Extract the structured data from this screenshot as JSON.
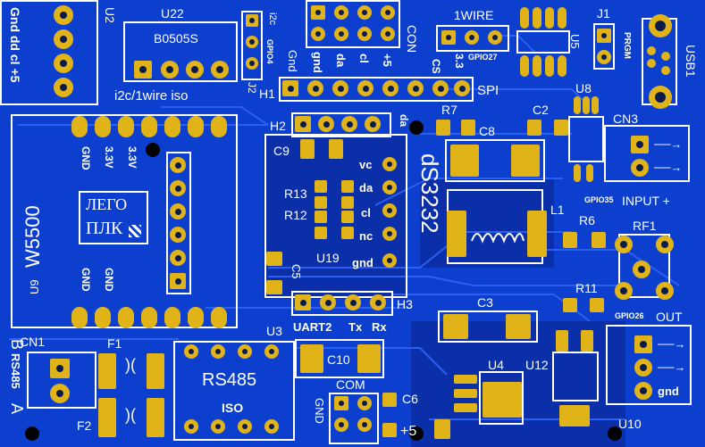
{
  "board": {
    "colors": {
      "copper": "#0d3fcf",
      "copper_dark": "#0b2fa8",
      "pad": "#e0b418",
      "silk": "#ffffff",
      "hole": "#0a1a4a"
    }
  },
  "labels": {
    "u2": "U2",
    "u2_pins": "Gnd dd cl +5",
    "u22": "U22",
    "b0505s": "B0505S",
    "i2c_iso": "i2c/1wire iso",
    "i2c": "i2c",
    "gpio4": "GPIO4",
    "j2": "J2",
    "gnd_col": "Gnd",
    "con_gnd": "gnd",
    "con_da": "da",
    "con_cl": "cl",
    "con_plus5": "+5",
    "con": "CON",
    "onewire": "1WIRE",
    "cs": "CS",
    "spi_33": "3.3",
    "gpio27": "GPIO27",
    "spi": "SPI",
    "u5": "U5",
    "j1": "J1",
    "prgm": "PRGM",
    "usb1": "USB1",
    "h1": "H1",
    "h2": "H2",
    "da_small": "da",
    "r7": "R7",
    "c2": "C2",
    "u8": "U8",
    "cn3": "CN3",
    "c8": "C8",
    "c9": "C9",
    "gnd_top": "GND",
    "v33a": "3.3V",
    "v33b": "3.3V",
    "lego": "ЛЕГО",
    "plk": "ПЛК",
    "w5500": "W5500",
    "u9": "U9",
    "gnd_b1": "GND",
    "gnd_b2": "GND",
    "vc": "vc",
    "da": "da",
    "cl": "cl",
    "nc": "nc",
    "gnd_rtc": "gnd",
    "r13": "R13",
    "r12": "R12",
    "ds3232": "dS3232",
    "u19": "U19",
    "c5": "C5",
    "l1": "L1",
    "r6": "R6",
    "rf1": "RF1",
    "gpio35": "GPIO35",
    "input_plus": "INPUT +",
    "r11": "R11",
    "gpio26": "GPIO26",
    "out": "OUT",
    "h3": "H3",
    "uart2": "UART2",
    "tx": "Tx",
    "rx": "Rx",
    "c3": "C3",
    "cn1": "CN1",
    "f1": "F1",
    "f2": "F2",
    "rs485_side": "RS485",
    "b_side": "B",
    "a_side": "A",
    "u3": "U3",
    "rs485": "RS485",
    "iso": "ISO",
    "c10": "C10",
    "com": "COM",
    "gnd_com": "GND",
    "c6": "C6",
    "plus5_com": "+5",
    "u4": "U4",
    "u12": "U12",
    "gnd_out": "gnd",
    "u10": "U10"
  }
}
